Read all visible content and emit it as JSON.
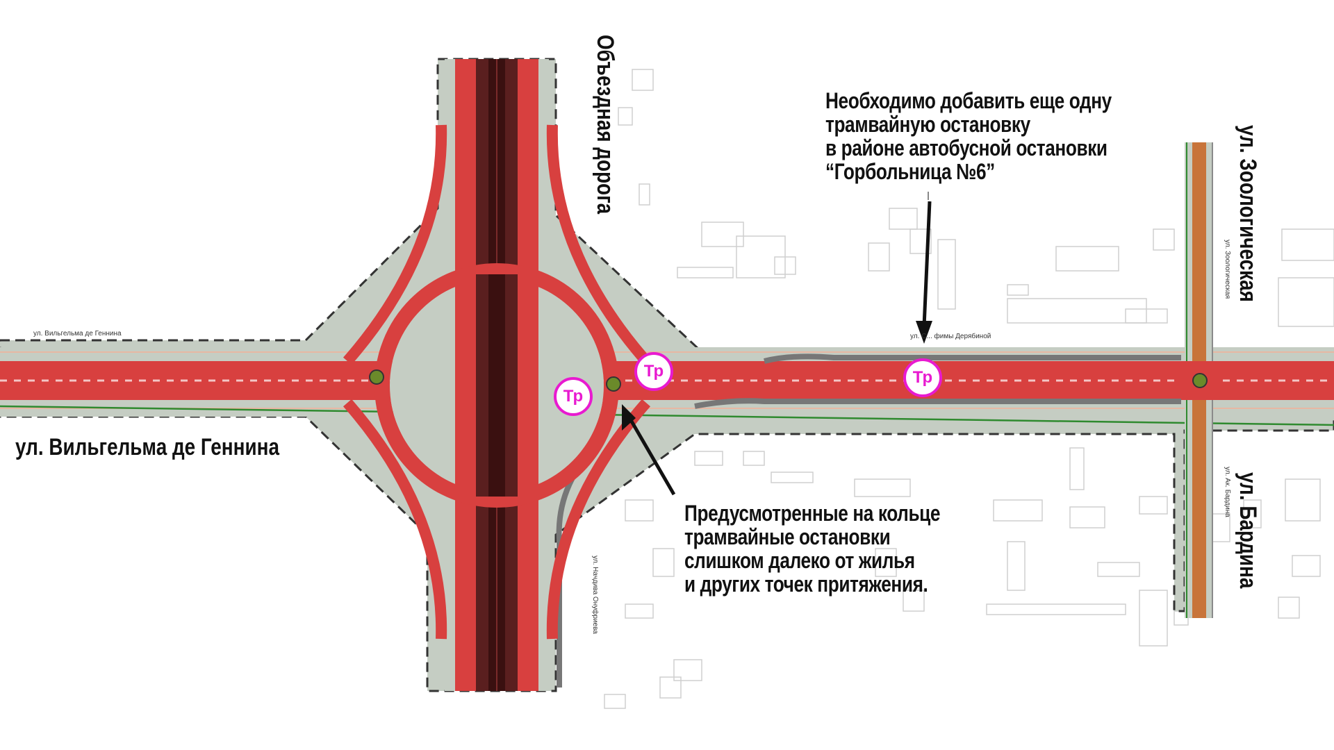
{
  "streets": {
    "main_horizontal": "ул. Вильгельма де Геннина",
    "bypass_road": "Объездная дорога",
    "zoologicheskaya": "ул. Зоологическая",
    "bardina": "ул. Бардина",
    "small_vilgelma": "ул. Вильгельма де Геннина",
    "small_derabinoi": "ул. С... фимы Дерябиной",
    "small_zoologicheskaya": "ул. Зоологическая",
    "small_bardina": "ул. Ак. Бардина",
    "small_nachdiva": "ул. Начдива Онуфриева"
  },
  "annotations": {
    "new_stop": [
      "Необходимо добавить еще одну",
      "трамвайную остановку",
      "в районе автобусной остановки",
      "“Горбольница №6”"
    ],
    "ring_stops": [
      "Предусмотренные на кольце",
      "трамвайные остановки",
      "слишком далеко от жилья",
      "и других точек притяжения."
    ]
  },
  "tram_stop_label": "Тр",
  "colors": {
    "road_red": "#d8403f",
    "median_dark": "#5a1f1f",
    "island_grey": "#c5cdc3",
    "tram_magenta": "#e81ad0",
    "orange_street": "#c8743a",
    "green_line": "#2f8a2f"
  }
}
